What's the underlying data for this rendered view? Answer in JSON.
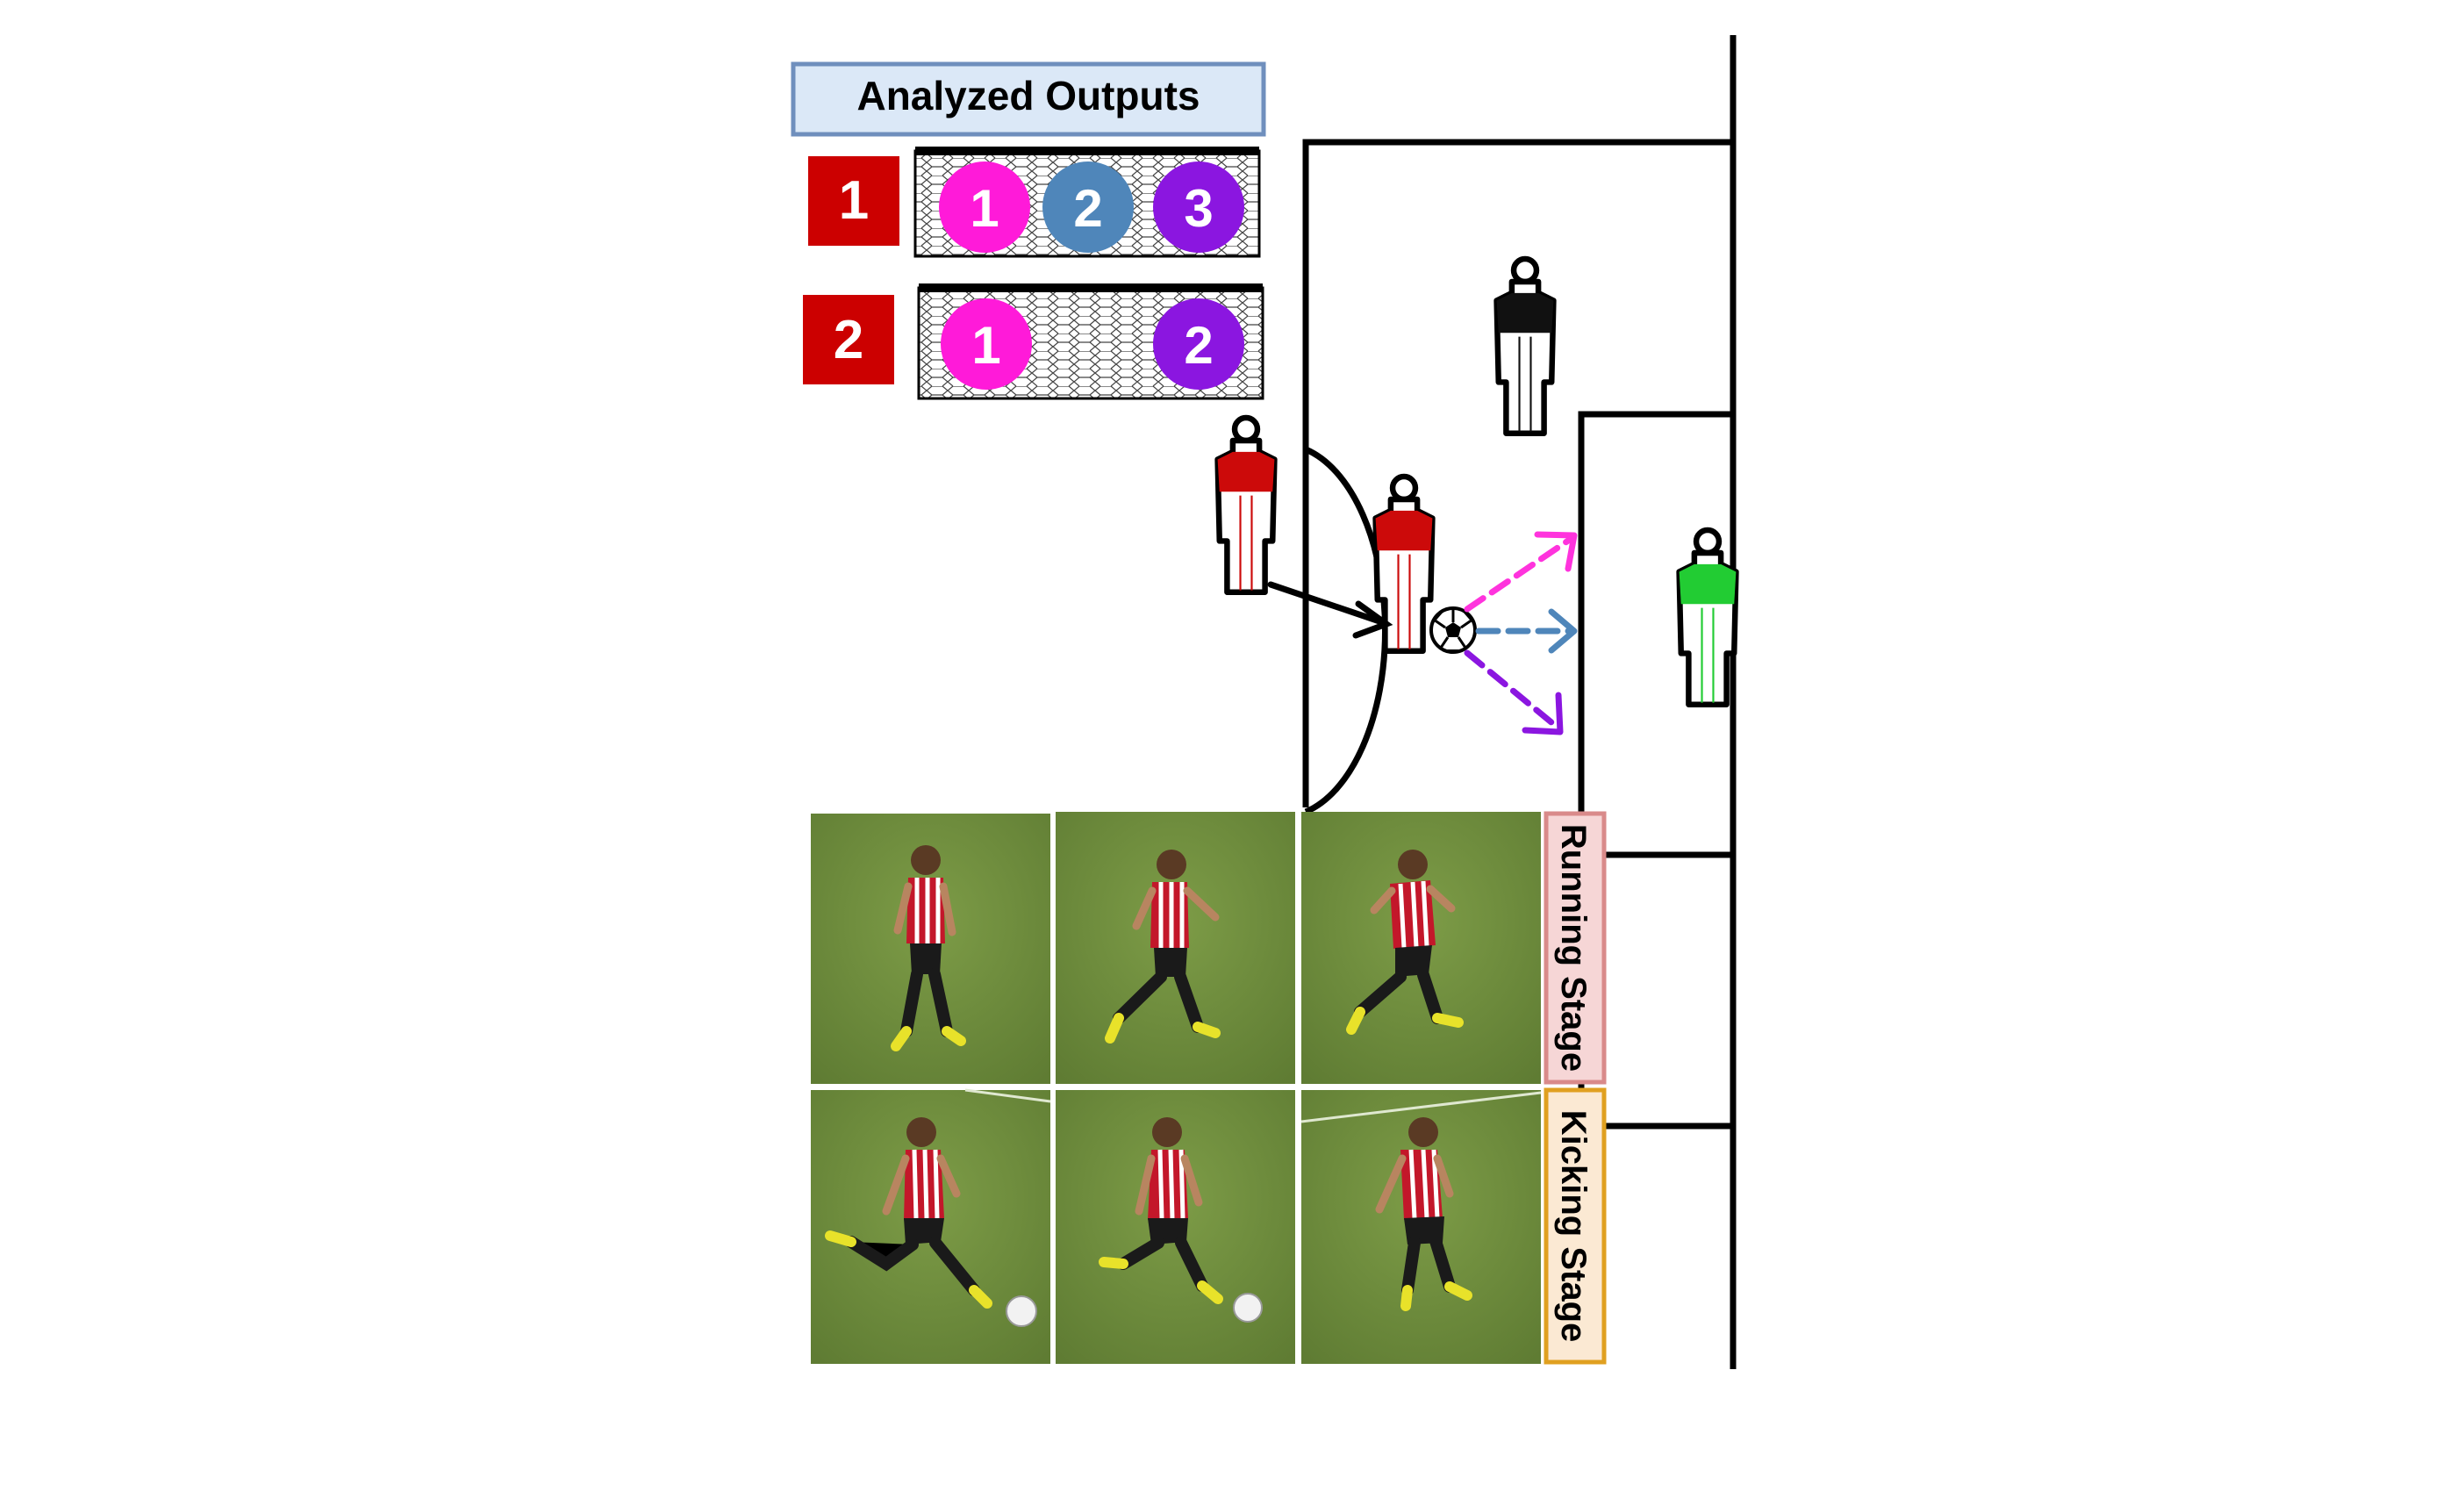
{
  "legend": {
    "title": "Analyzed Outputs",
    "outputs": [
      {
        "tag": "1",
        "circles": [
          {
            "label": "1",
            "color": "#ff1ad9"
          },
          {
            "label": "2",
            "color": "#4f86ba"
          },
          {
            "label": "3",
            "color": "#8b16e0"
          }
        ]
      },
      {
        "tag": "2",
        "circles": [
          {
            "label": "1",
            "color": "#ff1ad9"
          },
          {
            "label": "2",
            "color": "#8b16e0"
          }
        ]
      }
    ]
  },
  "stages": {
    "running": "Running Stage",
    "kicking": "Kicking Stage"
  },
  "colors": {
    "tag_red": "#cc0000",
    "legend_fill": "#dbe8f7",
    "legend_border": "#6f8fbd",
    "kicker_red": "#cc0a0a",
    "defender_black": "#111111",
    "keeper_green": "#22cc33",
    "arrow_pink": "#ff33dd",
    "arrow_blue": "#4f86ba",
    "arrow_purple": "#8b16e0",
    "running_fill": "#f6d6d6",
    "running_border": "#d98a8a",
    "kicking_fill": "#fbe9d3",
    "kicking_border": "#e0a020",
    "grass": "#6f8f3c"
  },
  "photos": {
    "running_frames": 3,
    "kicking_frames": 3
  }
}
